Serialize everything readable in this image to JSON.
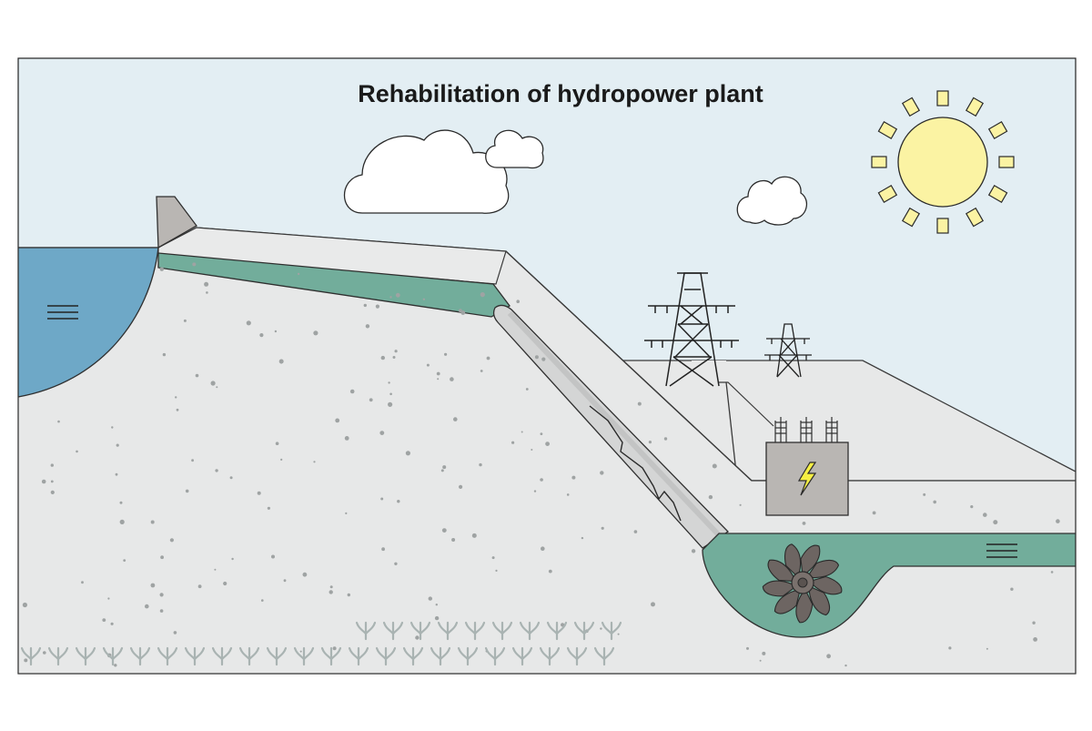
{
  "diagram": {
    "title": "Rehabilitation of hydropower plant",
    "components": [
      {
        "id": "reservoir",
        "icon": "water-icon"
      },
      {
        "id": "dam",
        "icon": "dam-icon"
      },
      {
        "id": "headrace-channel",
        "icon": "channel-icon"
      },
      {
        "id": "penstock",
        "icon": "pipe-icon",
        "state": "cracked"
      },
      {
        "id": "transmission-tower-large",
        "icon": "pylon-icon"
      },
      {
        "id": "transmission-tower-small",
        "icon": "pylon-icon"
      },
      {
        "id": "transformer",
        "icon": "lightning-bolt-icon"
      },
      {
        "id": "turbine",
        "icon": "turbine-icon"
      },
      {
        "id": "tailrace",
        "icon": "water-icon"
      },
      {
        "id": "sun",
        "icon": "sun-icon"
      },
      {
        "id": "clouds",
        "icon": "cloud-icon",
        "count": 3
      },
      {
        "id": "plants",
        "icon": "sprout-icon"
      }
    ],
    "colors": {
      "sky": "#e3eef3",
      "ground": "#e7e8e8",
      "reservoir": "#6ea8c7",
      "channel": "#72ad9b",
      "pipe": "#d4d5d5",
      "dam": "#b9b6b3",
      "sun": "#fbf3a3",
      "turbine": "#6d6562",
      "transformer": "#b9b6b3",
      "bolt": "#f5ef44",
      "outline": "#2a2a2a",
      "plants": "#a9b3b2"
    }
  }
}
